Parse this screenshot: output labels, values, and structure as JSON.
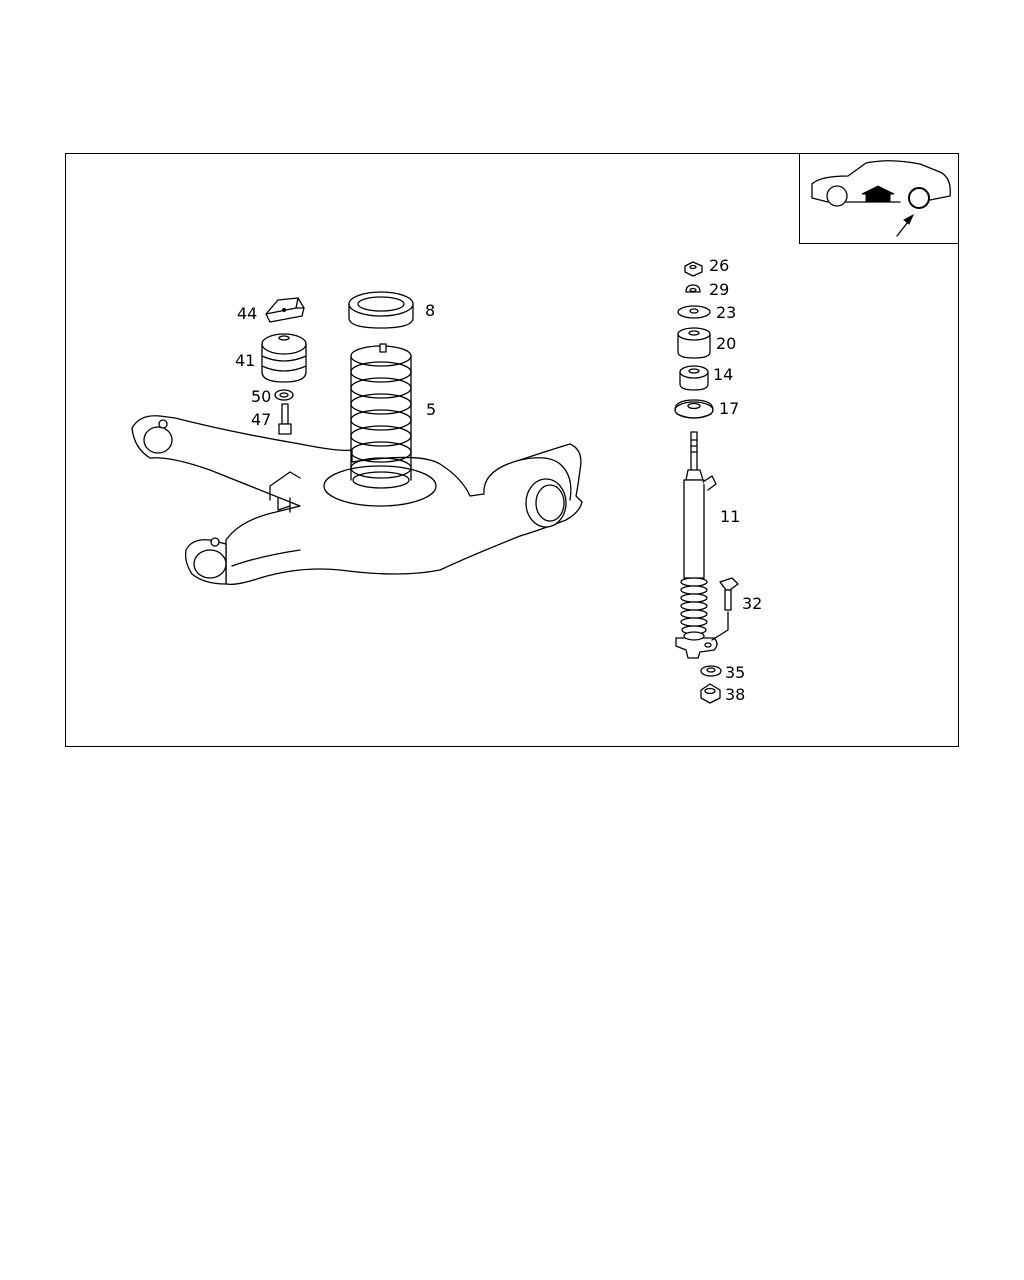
{
  "parts": {
    "p5": "5",
    "p8": "8",
    "p11": "11",
    "p14": "14",
    "p17": "17",
    "p20": "20",
    "p23": "23",
    "p26": "26",
    "p29": "29",
    "p32": "32",
    "p35": "35",
    "p38": "38",
    "p41": "41",
    "p44": "44",
    "p47": "47",
    "p50": "50"
  },
  "icons": {
    "locator": "car-rear-axle-locator-icon"
  }
}
